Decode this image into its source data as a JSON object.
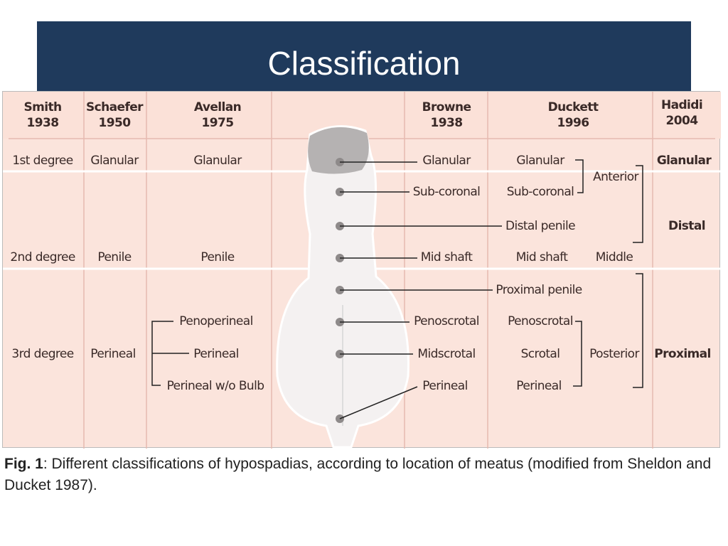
{
  "title": "Classification",
  "headers": {
    "smith": [
      "Smith",
      "1938"
    ],
    "schaefer": [
      "Schaefer",
      "1950"
    ],
    "avellan": [
      "Avellan",
      "1975"
    ],
    "browne": [
      "Browne",
      "1938"
    ],
    "duckett": [
      "Duckett",
      "1996"
    ],
    "hadidi": [
      "Hadidi",
      "2004"
    ]
  },
  "smith": [
    "1st degree",
    "2nd degree",
    "3rd degree"
  ],
  "schaefer": [
    "Glanular",
    "Penile",
    "Perineal"
  ],
  "avellan": [
    "Glanular",
    "Penile",
    "Penoperineal",
    "Perineal",
    "Perineal w/o Bulb"
  ],
  "browne": [
    "Glanular",
    "Sub-coronal",
    "Mid shaft",
    "Penoscrotal",
    "Midscrotal",
    "Perineal"
  ],
  "duckett": [
    "Glanular",
    "Sub-coronal",
    "Distal penile",
    "Mid shaft",
    "Proximal penile",
    "Penoscrotal",
    "Scrotal",
    "Perineal"
  ],
  "duckett_groups": [
    "Anterior",
    "Middle",
    "Posterior"
  ],
  "hadidi": [
    "Glanular",
    "Distal",
    "Proximal"
  ],
  "caption": {
    "label": "Fig. 1",
    "text": ": Different classifications of hypospadias, according to location of meatus (modified from Sheldon and Ducket 1987)."
  }
}
